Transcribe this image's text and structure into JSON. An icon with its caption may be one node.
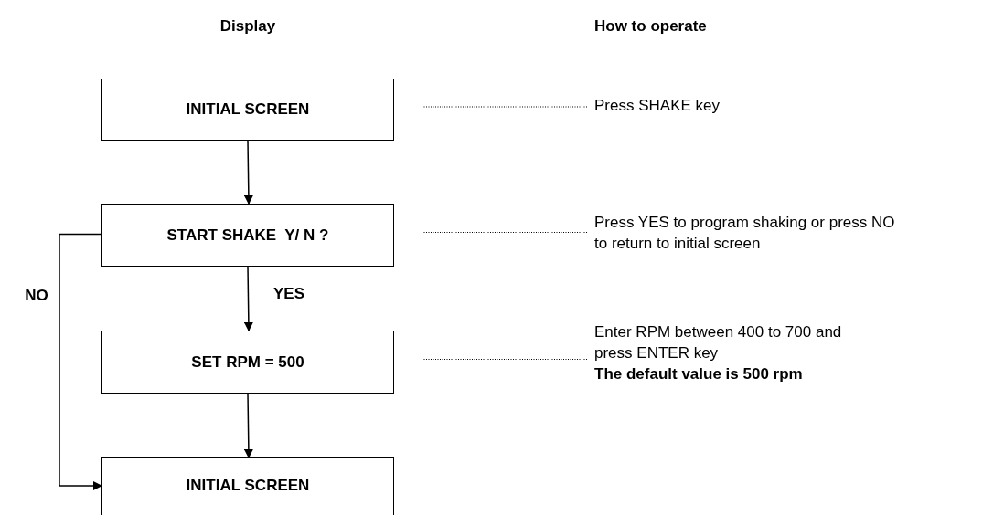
{
  "diagram": {
    "nodes": [
      {
        "text": [
          "INITIAL SCREEN"
        ]
      },
      {
        "text": [
          "START SHAKE  Y/ N ?"
        ]
      },
      {
        "text": [
          "SET RPM = 500"
        ]
      },
      {
        "text": [
          "INITIAL SCREEN"
        ]
      },
      {
        "text": [
          "Press SHAKE key"
        ]
      },
      {
        "text": [
          "Press YES to program shaking or press NO to return to initial screen"
        ]
      },
      {
        "text": [
          "Enter RPM between 400 to 700 and press ENTER key",
          "The default value is 500 rpm"
        ]
      }
    ],
    "edges": [
      {
        "from": 0,
        "to": 1,
        "arrow": "to"
      },
      {
        "from": 1,
        "to": 2,
        "arrow": "to",
        "label": "YES"
      },
      {
        "from": 2,
        "to": 3,
        "arrow": "to"
      },
      {
        "from": 1,
        "to": 3,
        "arrow": "to",
        "label": "NO"
      },
      {
        "from": 0,
        "to": 4,
        "arrow": "none",
        "style": "dashed"
      },
      {
        "from": 1,
        "to": 5,
        "arrow": "none",
        "style": "dashed"
      },
      {
        "from": 2,
        "to": 6,
        "arrow": "none",
        "style": "dashed"
      }
    ],
    "labels": [
      "Display",
      "How to operate"
    ]
  }
}
